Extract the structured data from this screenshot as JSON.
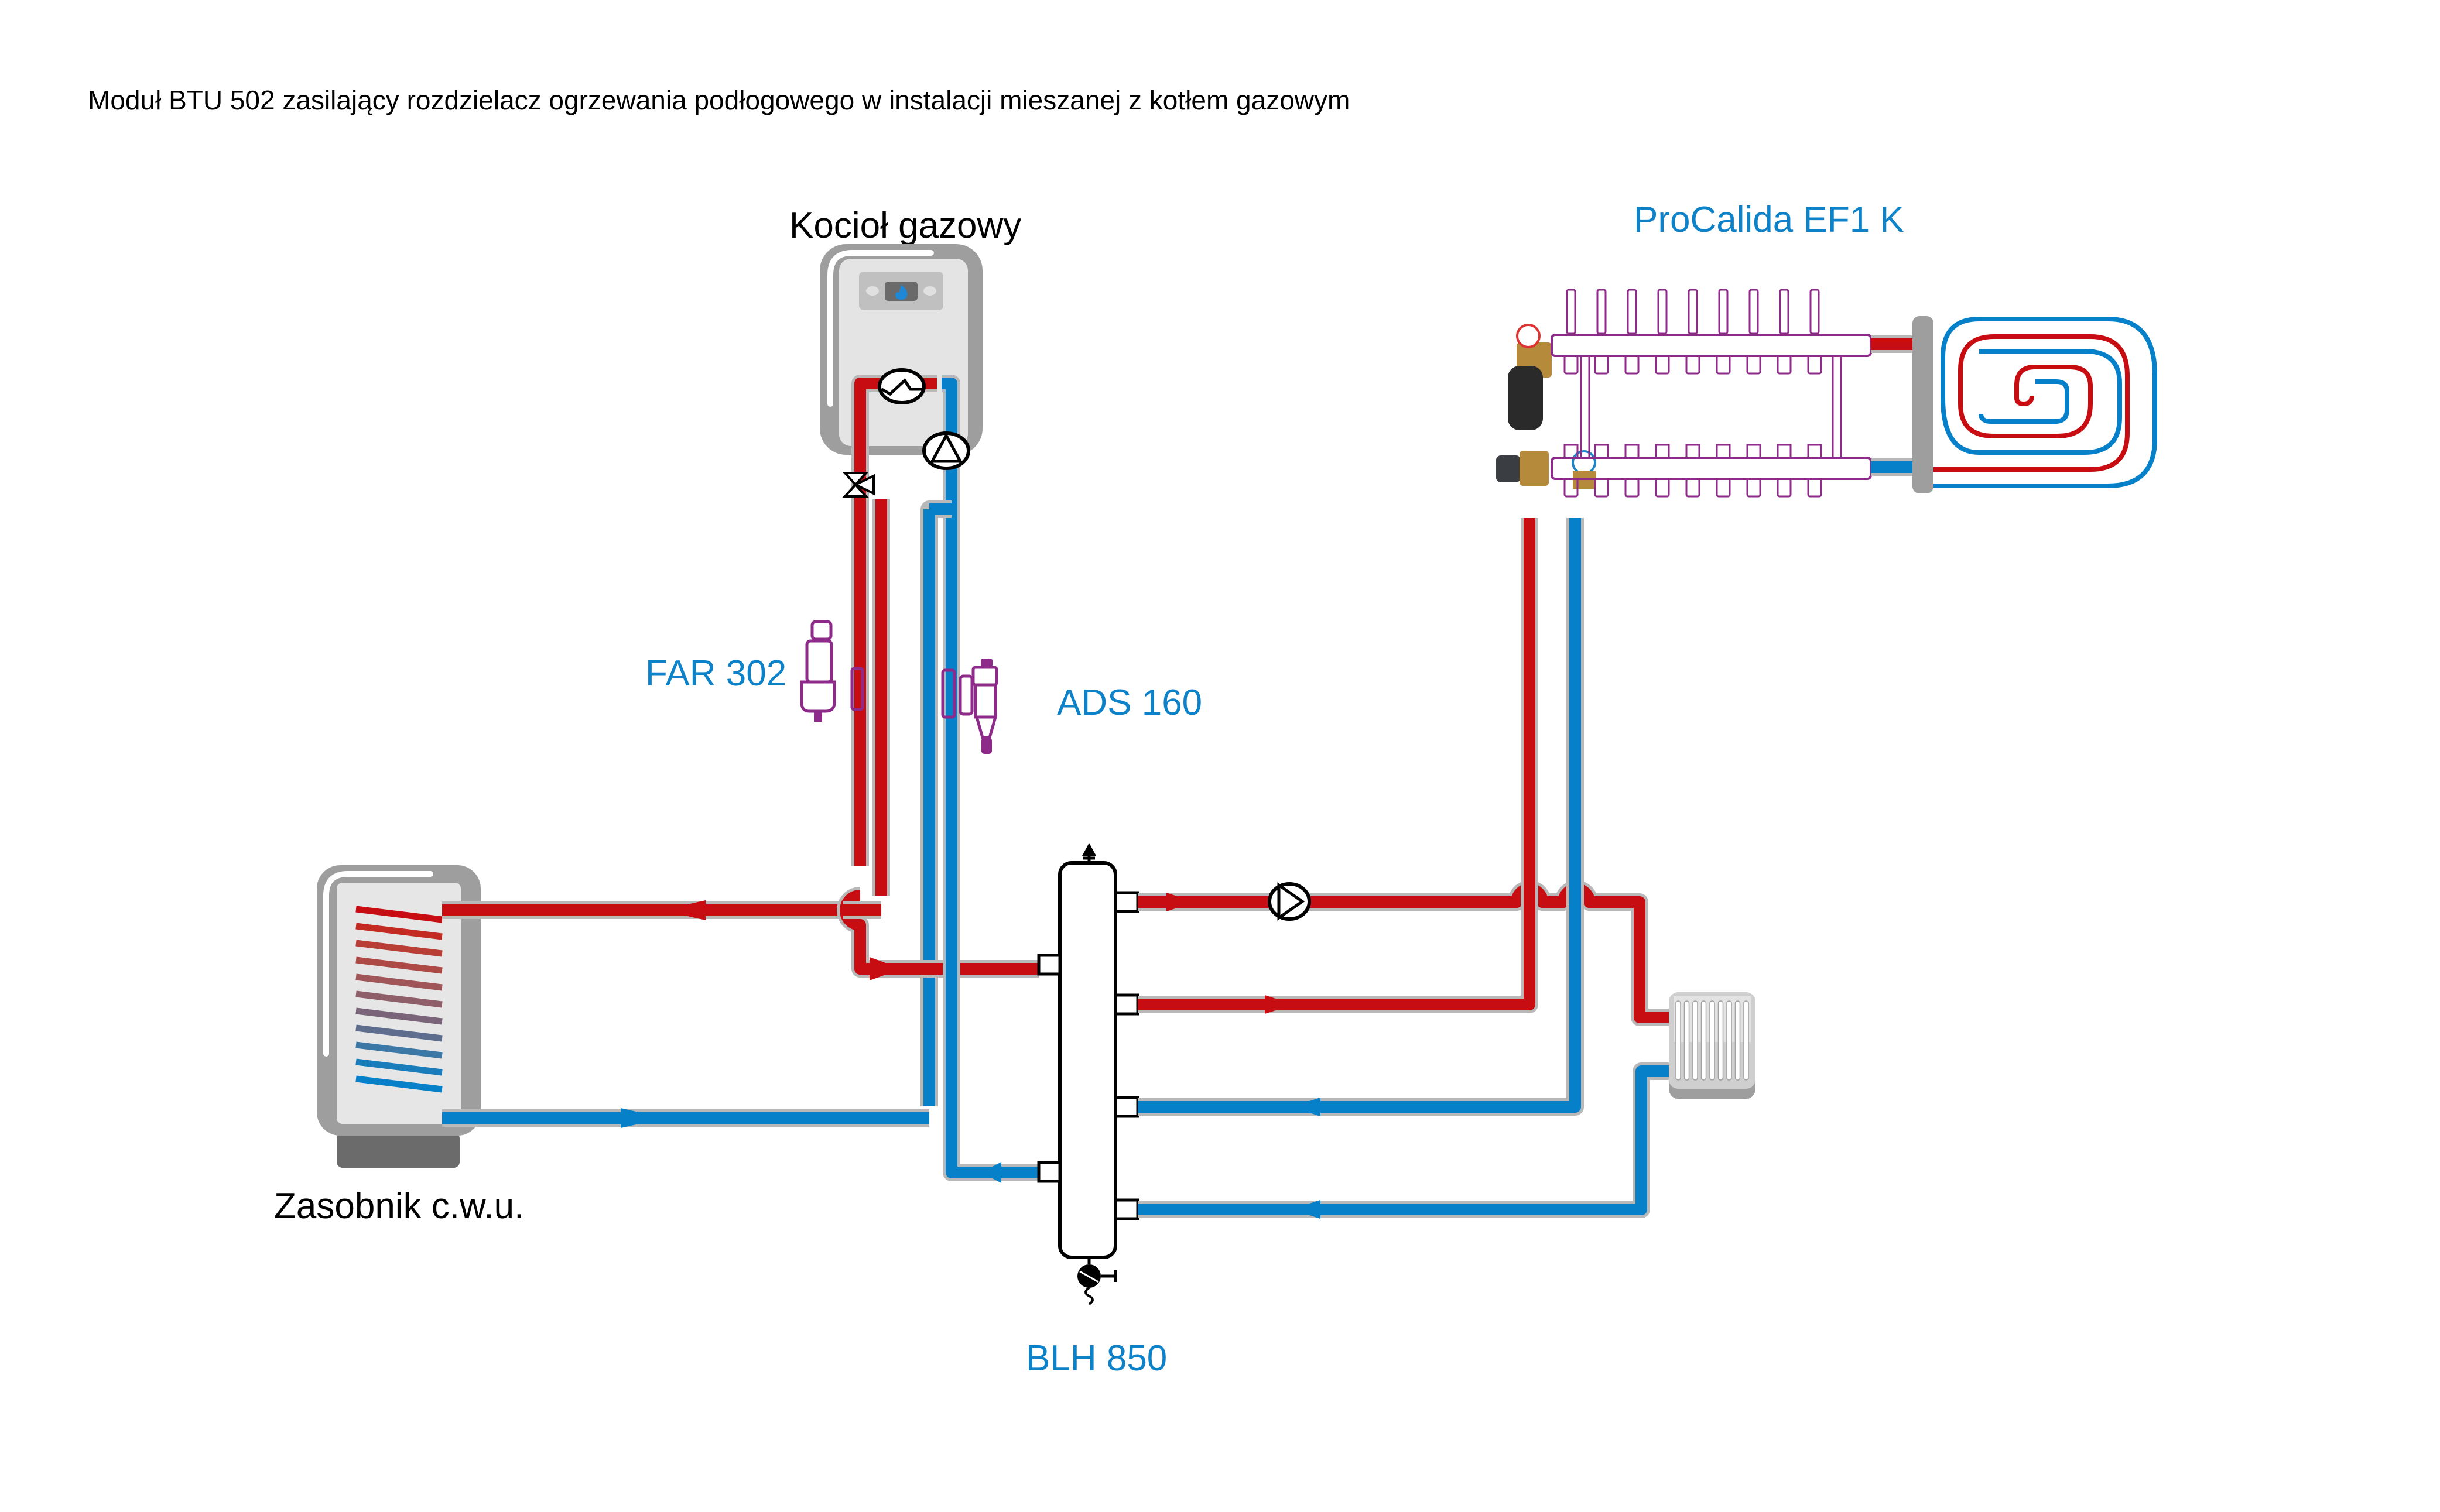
{
  "title": "Moduł BTU 502 zasilający rozdzielacz ogrzewania podłogowego w instalacji mieszanej z kotłem gazowym",
  "components": {
    "boiler": {
      "label": "Kocioł gazowy",
      "icon": "flame-icon"
    },
    "manifold": {
      "label": "ProCalida EF1 K"
    },
    "filter_far": {
      "label": "FAR 302"
    },
    "separator_ads": {
      "label": "ADS 160"
    },
    "tank": {
      "label": "Zasobnik c.w.u."
    },
    "hydraulic_separator": {
      "label": "BLH 850"
    },
    "radiator": {
      "label": ""
    },
    "floor_loop": {
      "label": ""
    }
  },
  "colors": {
    "supply": "#c80d12",
    "return": "#0680c9",
    "product_label": "#0e82c8",
    "fitting": "#8e2a8a",
    "casing": "#9e9e9e"
  },
  "tank_coil_colors": [
    "#c80d12",
    "#c22a22",
    "#b83e36",
    "#ad4a46",
    "#a05558",
    "#8f5f69",
    "#7a6479",
    "#5e6d8e",
    "#3c78a6",
    "#1a7dbb",
    "#0680c9"
  ]
}
